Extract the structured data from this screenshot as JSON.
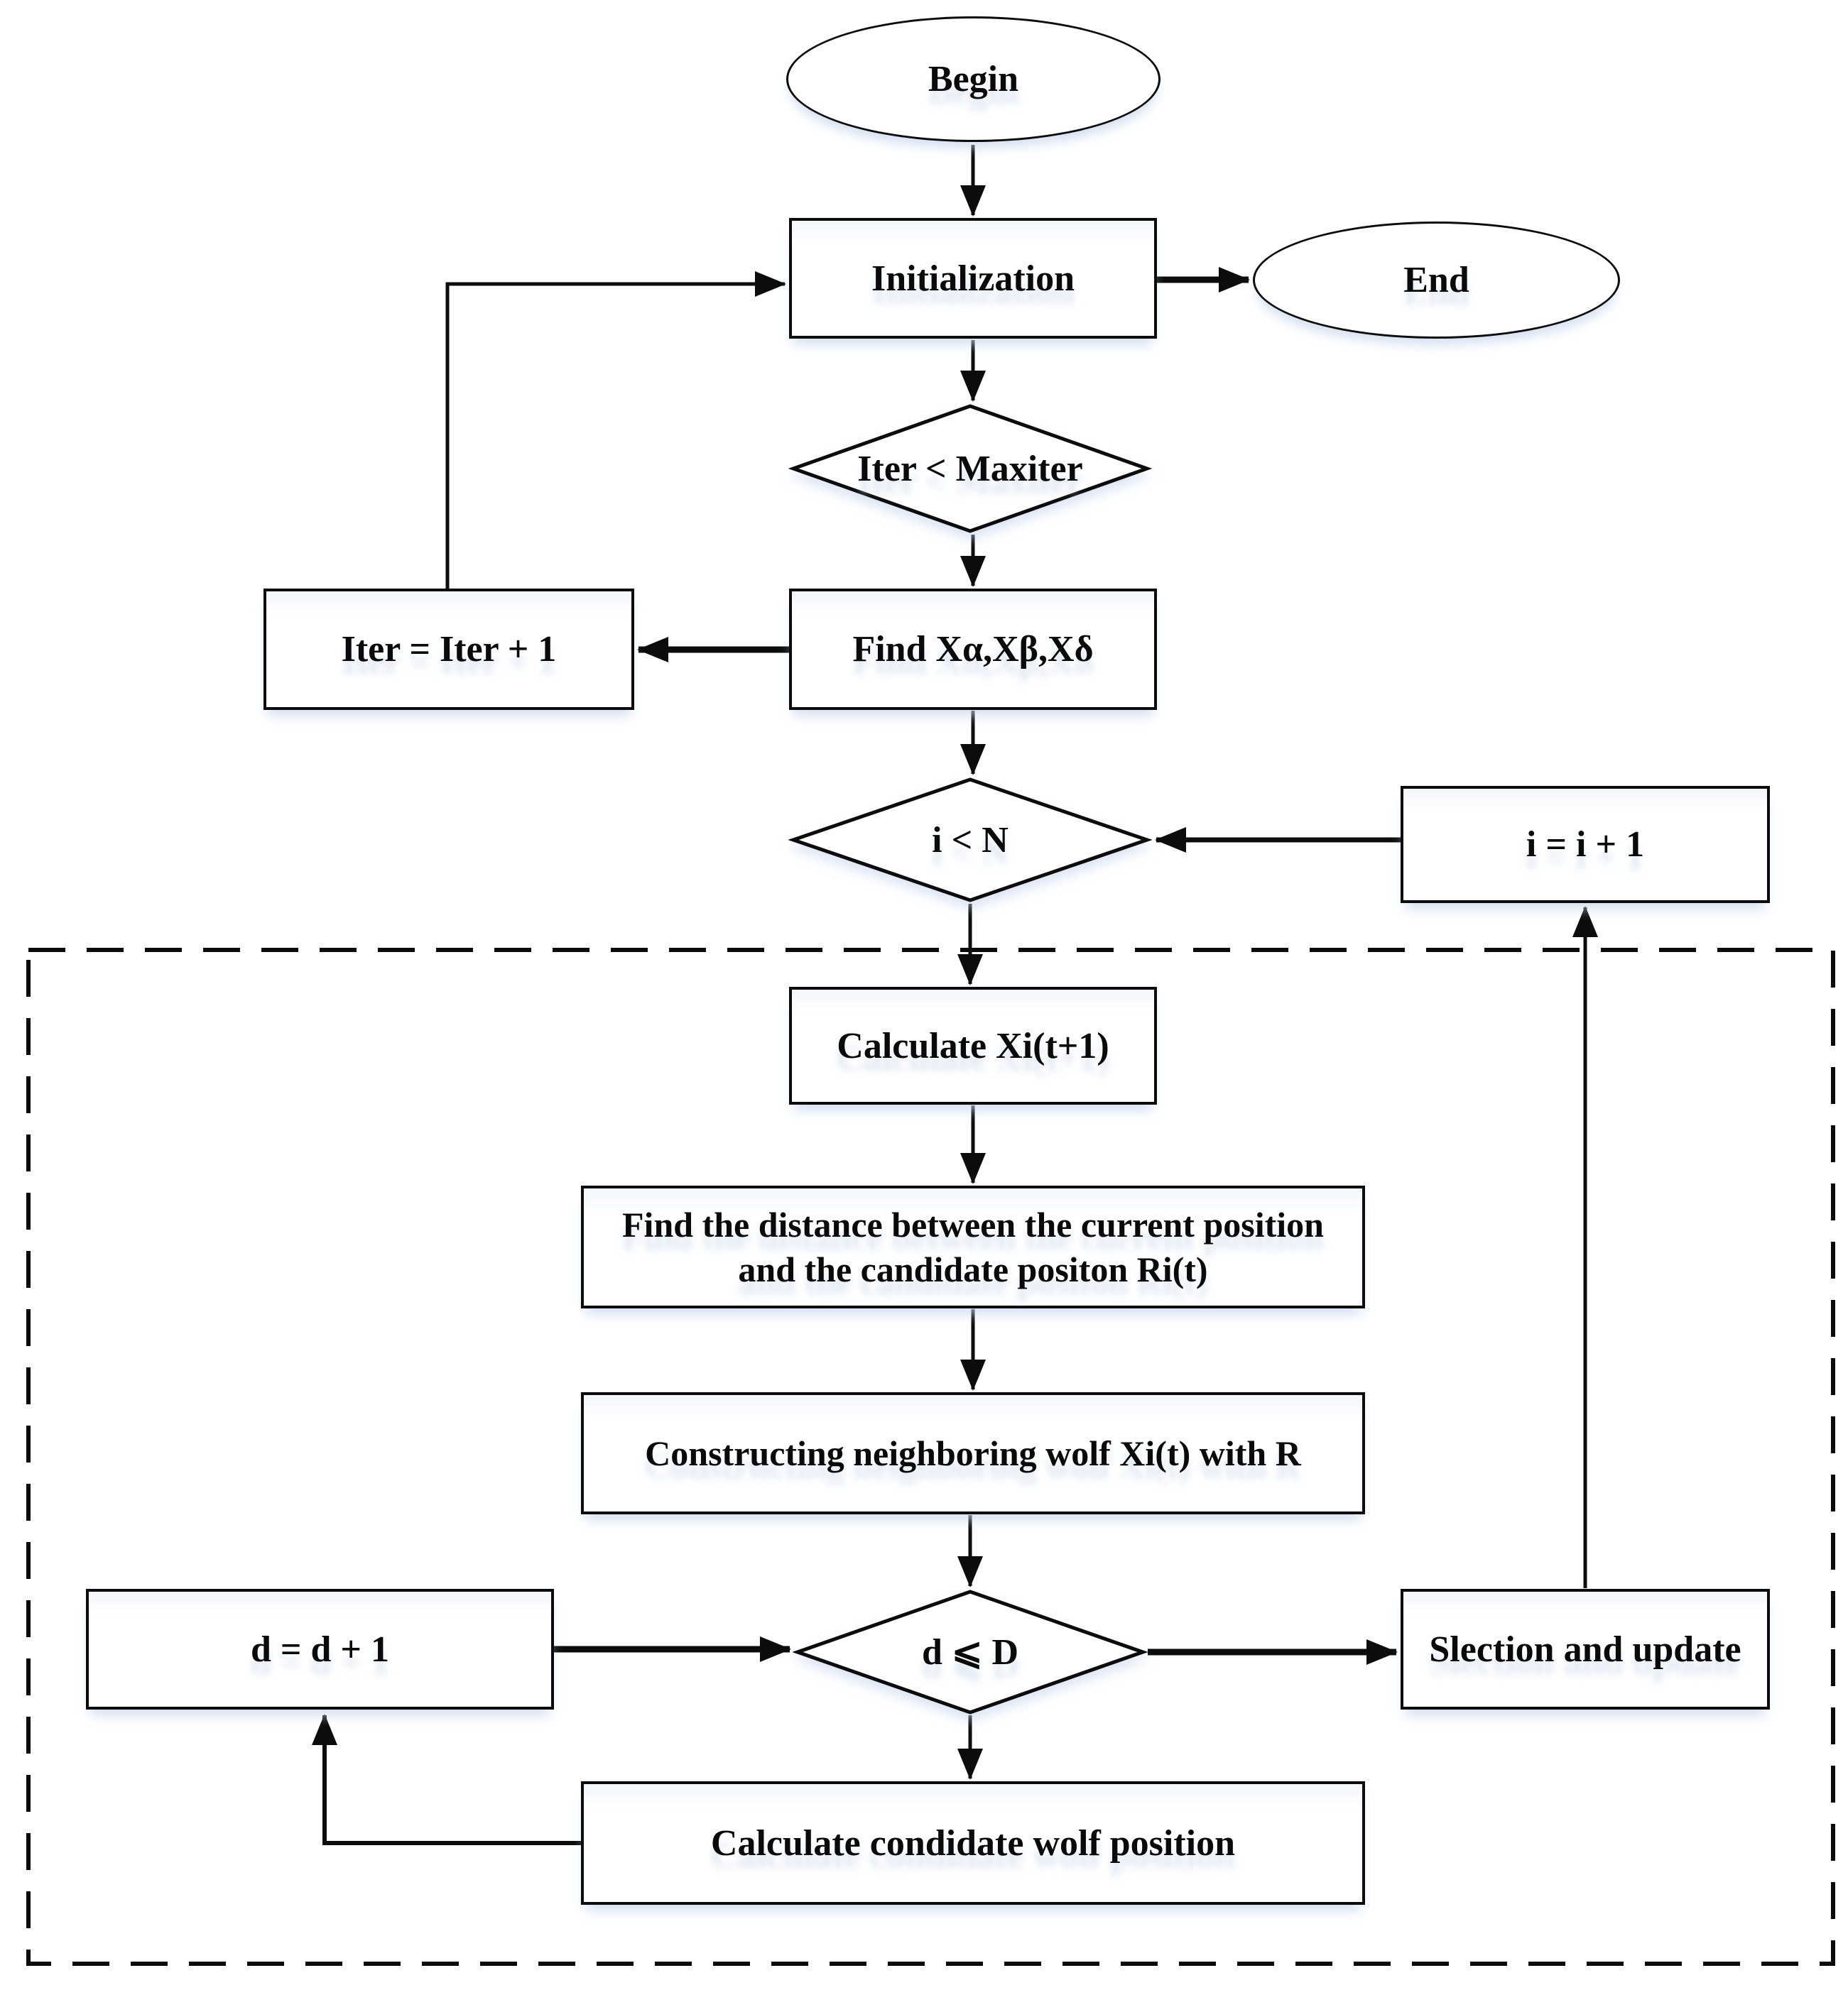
{
  "nodes": {
    "begin": "Begin",
    "initialization": "Initialization",
    "end": "End",
    "iter_check": "Iter < Maxiter",
    "find_leaders": "Find Xα,Xβ,Xδ",
    "iter_increment": "Iter = Iter + 1",
    "i_check": "i < N",
    "i_increment": "i = i + 1",
    "calculate_xi": "Calculate Xi(t+1)",
    "find_distance_lines": [
      "Find the distance between the current position",
      "and the candidate positon Ri(t)"
    ],
    "constructing": "Constructing neighboring wolf Xi(t) with R",
    "d_check": "d ⩽ D",
    "d_increment": "d = d + 1",
    "selection_update": "Slection and update",
    "calculate_candidate": "Calculate condidate wolf position"
  },
  "colors": {
    "stroke": "#0c0c0c",
    "background": "#ffffff"
  }
}
